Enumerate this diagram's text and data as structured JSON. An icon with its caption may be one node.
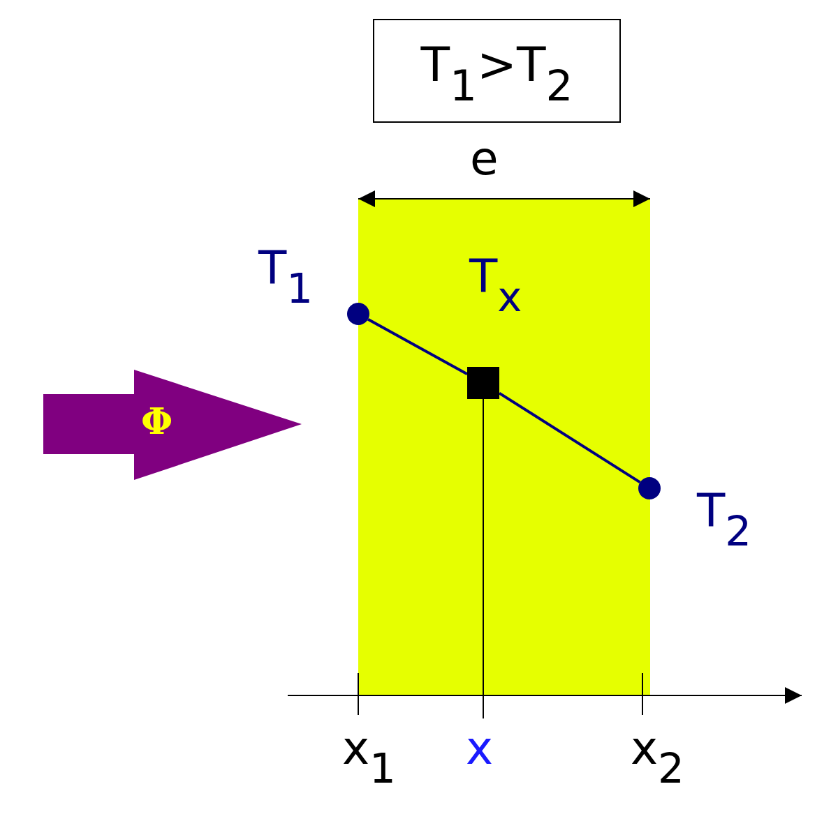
{
  "diagram": {
    "nodes": [
      {
        "text": [
          "T$_{1}$>T$_{2}$"
        ]
      },
      {
        "text": [
          "Φ"
        ]
      },
      {
        "text": [],
        "shape": "circle",
        "beside": [
          "T$_{1}$"
        ]
      },
      {
        "text": [],
        "shape": "box",
        "beside": [
          "T$_{x}$"
        ]
      },
      {
        "text": [],
        "shape": "circle",
        "beside": [
          "T$_{2}$"
        ]
      }
    ],
    "edges": [
      {
        "from": 2,
        "to": 3,
        "arrow": "none"
      },
      {
        "from": 3,
        "to": 4,
        "arrow": "none"
      }
    ],
    "labels": [
      "e",
      "x$_{1}$",
      "x",
      "x$_{2}$"
    ]
  }
}
